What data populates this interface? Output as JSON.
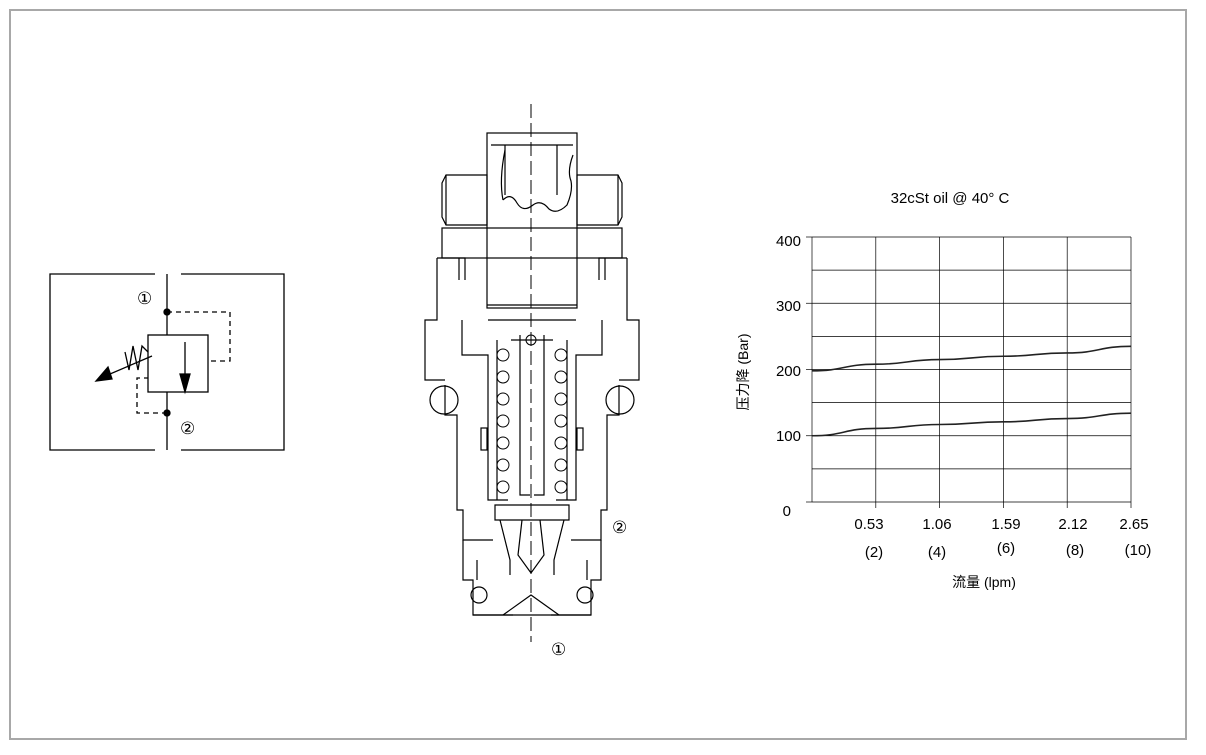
{
  "symbol": {
    "port1": "①",
    "port2": "②"
  },
  "section": {
    "port1": "①",
    "port2": "②"
  },
  "chart": {
    "title": "32cSt oil @ 40°  C",
    "ylabel": "压力降 (Bar)",
    "xlabel": "流量 (lpm)",
    "y_ticks": [
      "0",
      "100",
      "200",
      "300",
      "400"
    ],
    "x_ticks_top": [
      "0.53",
      "1.06",
      "1.59",
      "2.12",
      "2.65"
    ],
    "x_ticks_bottom": [
      "(2)",
      "(4)",
      "(6)",
      "(8)",
      "(10)"
    ]
  },
  "chart_data": {
    "type": "line",
    "title": "32cSt oil @ 40°  C",
    "xlabel": "流量 (lpm)",
    "ylabel": "压力降 (Bar)",
    "xlim": [
      0,
      2.65
    ],
    "ylim": [
      0,
      400
    ],
    "grid": true,
    "series": [
      {
        "x": [
          0,
          0.53,
          1.06,
          1.59,
          2.12,
          2.65
        ],
        "y": [
          198,
          208,
          215,
          220,
          225,
          235
        ]
      },
      {
        "x": [
          0,
          0.53,
          1.06,
          1.59,
          2.12,
          2.65
        ],
        "y": [
          100,
          111,
          117,
          121,
          126,
          134
        ]
      }
    ]
  }
}
